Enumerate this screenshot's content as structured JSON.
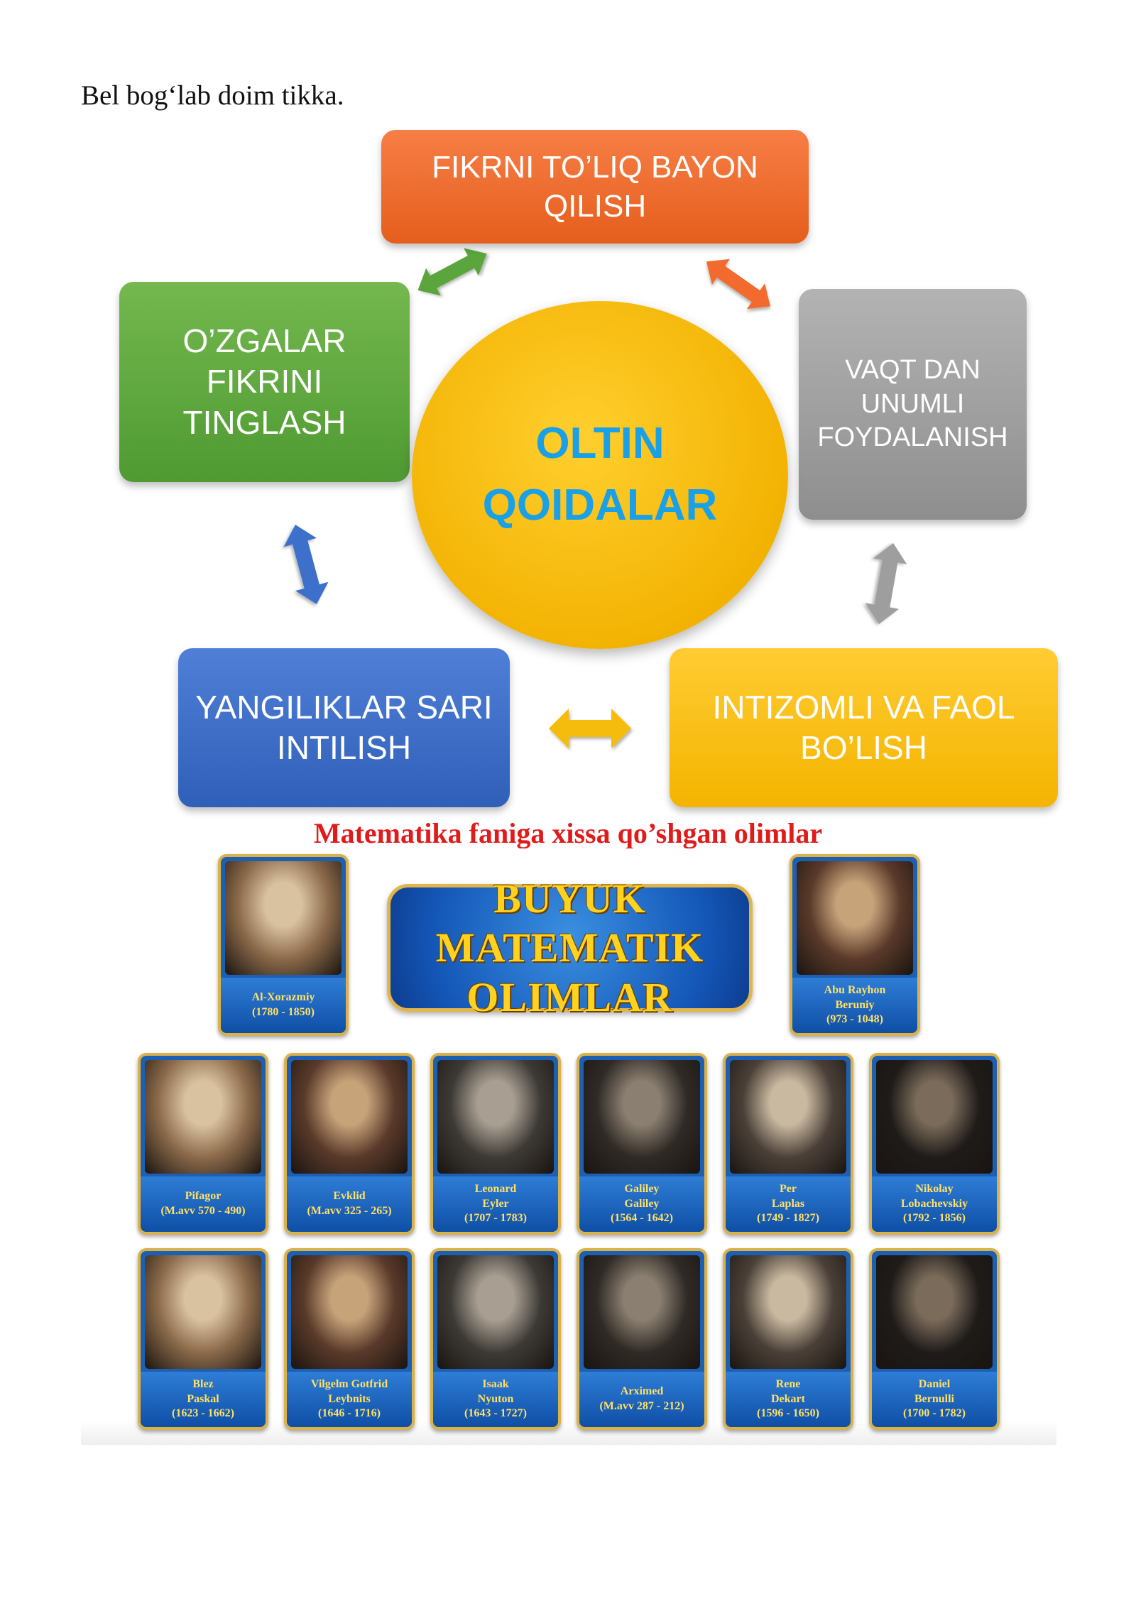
{
  "intro_text": "Bel bog‘lab doim tikka.",
  "diagram": {
    "center": [
      "OLTIN",
      "QOIDALAR"
    ],
    "top": [
      "FIKRNI TO’LIQ BAYON",
      "QILISH"
    ],
    "left": [
      "O’ZGALAR",
      "FIKRINI",
      "TINGLASH"
    ],
    "right": [
      "VAQT DAN",
      "UNUMLI",
      "FOYDALANISH"
    ],
    "bottom_left": [
      "YANGILIKLAR SARI",
      "INTILISH"
    ],
    "bottom_right": [
      "INTIZOMLI VA FAOL",
      "BO’LISH"
    ]
  },
  "colors": {
    "orange": "#f26b2e",
    "green": "#5aa63c",
    "gray": "#9e9e9e",
    "blue": "#3c6fcb",
    "yellow": "#f6bc0c",
    "heading_red": "#e01b1b"
  },
  "heading": "Matematika faniga xissa qo’shgan olimlar",
  "banner": [
    "BUYUK MATEMATIK",
    "OLIMLAR"
  ],
  "scientists_top": [
    {
      "lines": [
        "Al-Xorazmiy",
        "(1780 - 1850)"
      ]
    },
    {
      "lines": [
        "Abu Rayhon",
        "Beruniy",
        "(973 - 1048)"
      ]
    }
  ],
  "scientists_row1": [
    {
      "lines": [
        "Pifagor",
        "(M.avv 570 - 490)"
      ]
    },
    {
      "lines": [
        "Evklid",
        "(M.avv 325 - 265)"
      ]
    },
    {
      "lines": [
        "Leonard",
        "Eyler",
        "(1707 - 1783)"
      ]
    },
    {
      "lines": [
        "Galiley",
        "Galiley",
        "(1564 - 1642)"
      ]
    },
    {
      "lines": [
        "Per",
        "Laplas",
        "(1749 - 1827)"
      ]
    },
    {
      "lines": [
        "Nikolay",
        "Lobachevskiy",
        "(1792 - 1856)"
      ]
    }
  ],
  "scientists_row2": [
    {
      "lines": [
        "Blez",
        "Paskal",
        "(1623 - 1662)"
      ]
    },
    {
      "lines": [
        "Vilgelm Gotfrid",
        "Leybnits",
        "(1646 - 1716)"
      ]
    },
    {
      "lines": [
        "Isaak",
        "Nyuton",
        "(1643 - 1727)"
      ]
    },
    {
      "lines": [
        "Arximed",
        "(M.avv 287 - 212)"
      ]
    },
    {
      "lines": [
        "Rene",
        "Dekart",
        "(1596 - 1650)"
      ]
    },
    {
      "lines": [
        "Daniel",
        "Bernulli",
        "(1700 - 1782)"
      ]
    }
  ]
}
